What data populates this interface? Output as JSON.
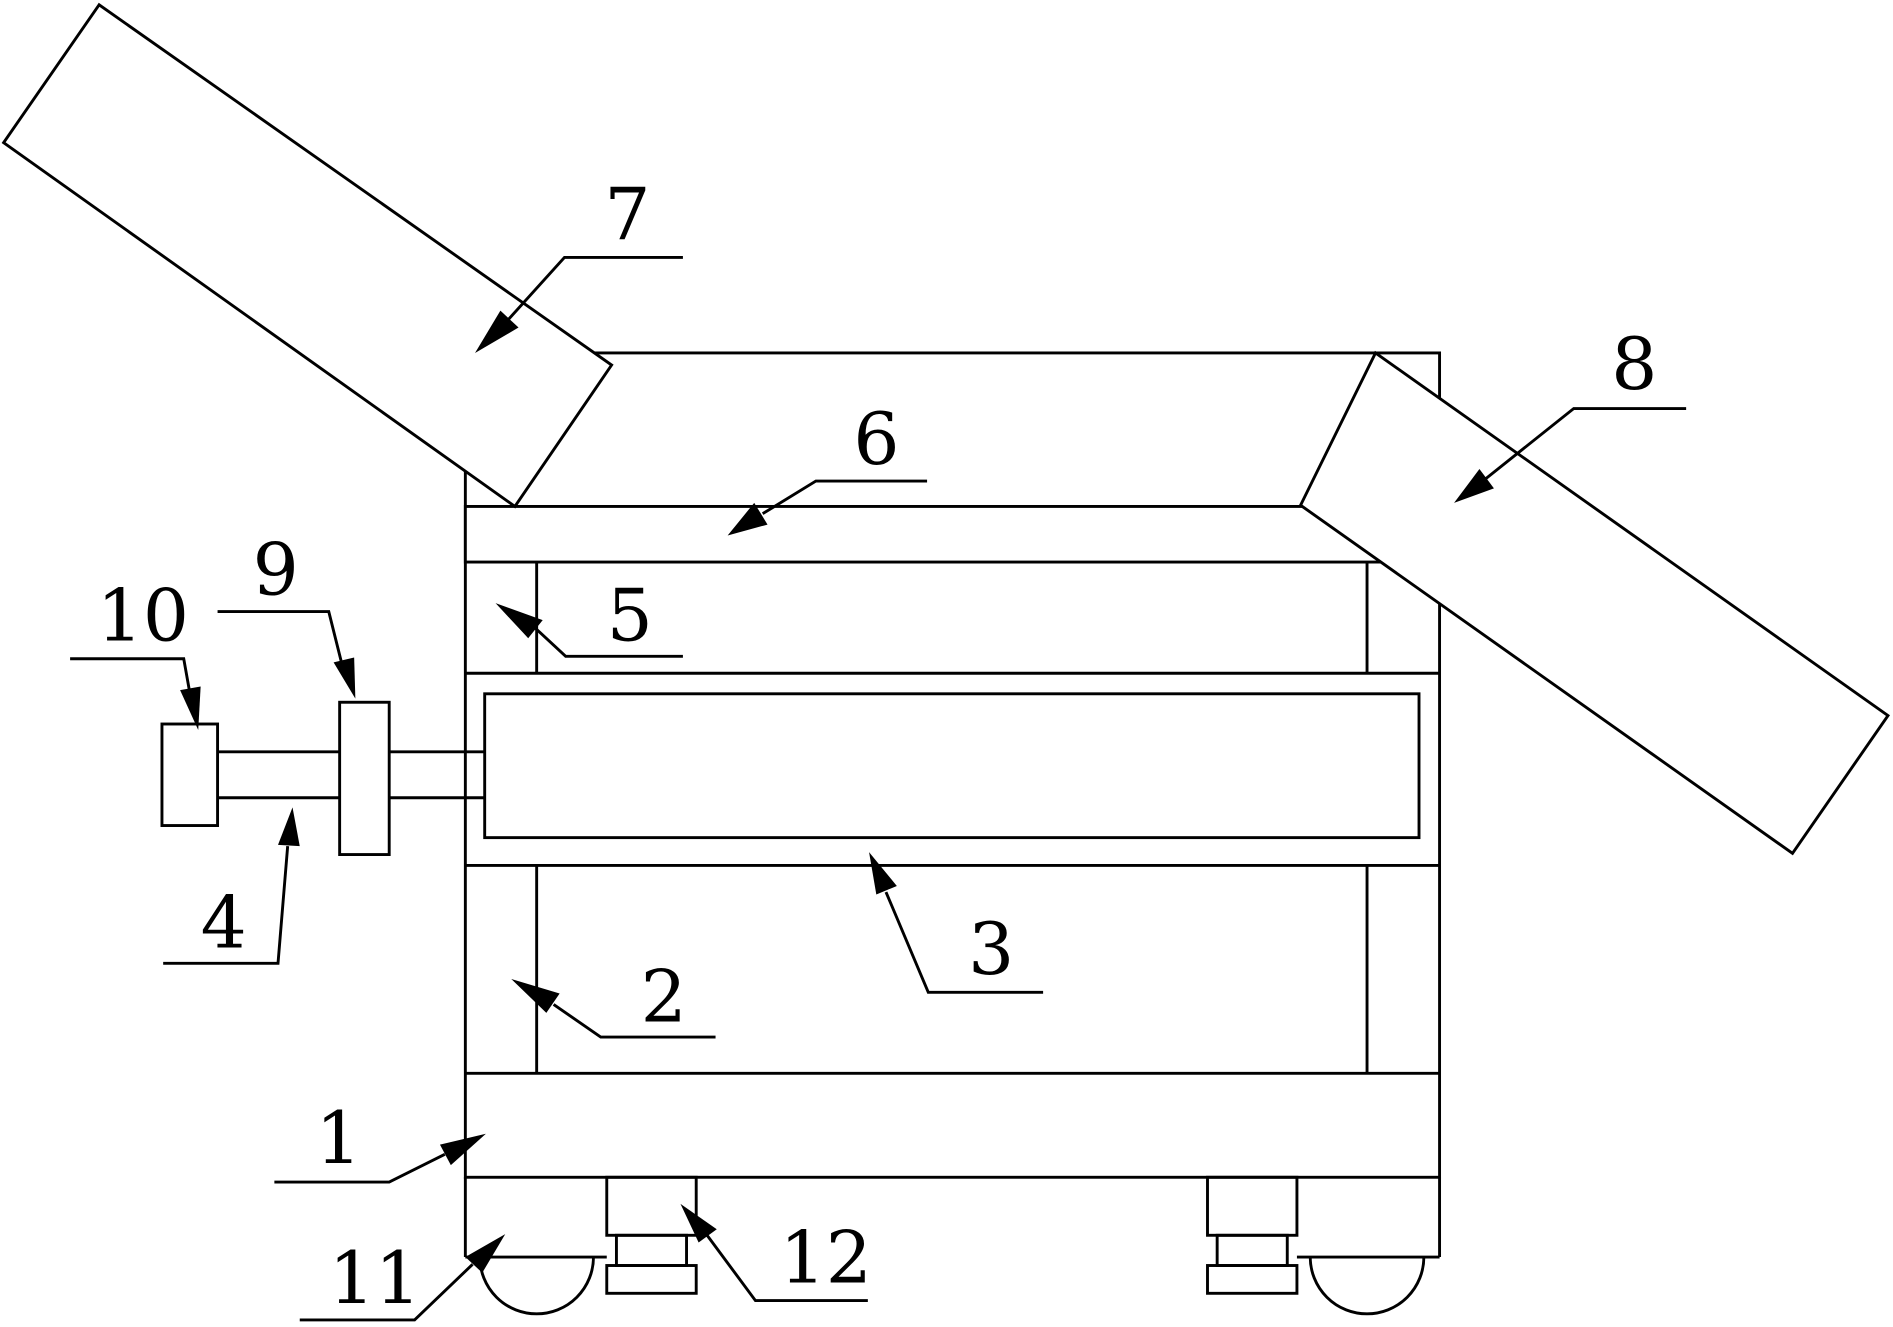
{
  "labels": {
    "base": "1",
    "lower_frame": "2",
    "drum": "3",
    "shaft": "4",
    "upper_frame": "5",
    "top_bar": "6",
    "left_plate": "7",
    "right_plate": "8",
    "coupling": "9",
    "motor": "10",
    "wheel": "11",
    "foot": "12"
  }
}
